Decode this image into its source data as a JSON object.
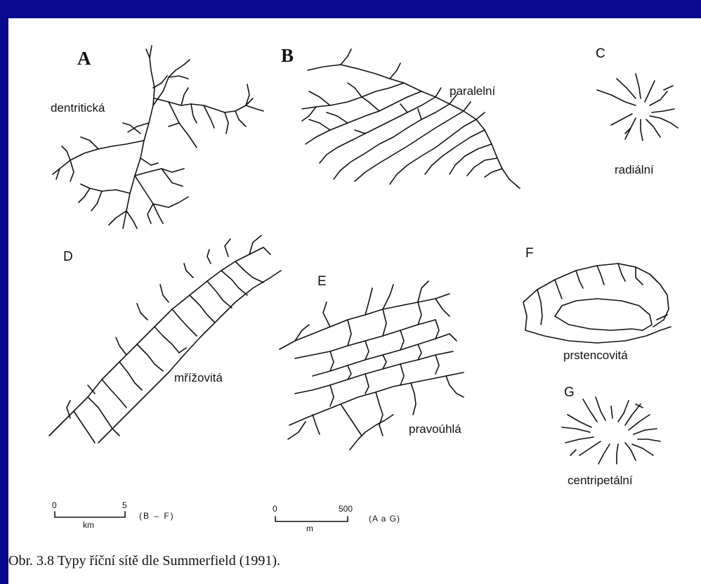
{
  "colors": {
    "frame": "#0a0a8c",
    "panel": "#ffffff",
    "ink": "#111111"
  },
  "panels": [
    {
      "letter": "A",
      "name": "dentritická"
    },
    {
      "letter": "B",
      "name": "paralelní"
    },
    {
      "letter": "C",
      "name": "radiální"
    },
    {
      "letter": "D",
      "name": "mřížovitá"
    },
    {
      "letter": "E",
      "name": "pravoúhlá"
    },
    {
      "letter": "F",
      "name": "prstencovitá"
    },
    {
      "letter": "G",
      "name": "centripetální"
    }
  ],
  "scales": [
    {
      "start": "0",
      "end": "5",
      "unit": "km",
      "applies": "(B – F)"
    },
    {
      "start": "0",
      "end": "500",
      "unit": "m",
      "applies": "(A a G)"
    }
  ],
  "caption": "Obr. 3.8   Typy říční sítě dle Summerfield (1991)."
}
